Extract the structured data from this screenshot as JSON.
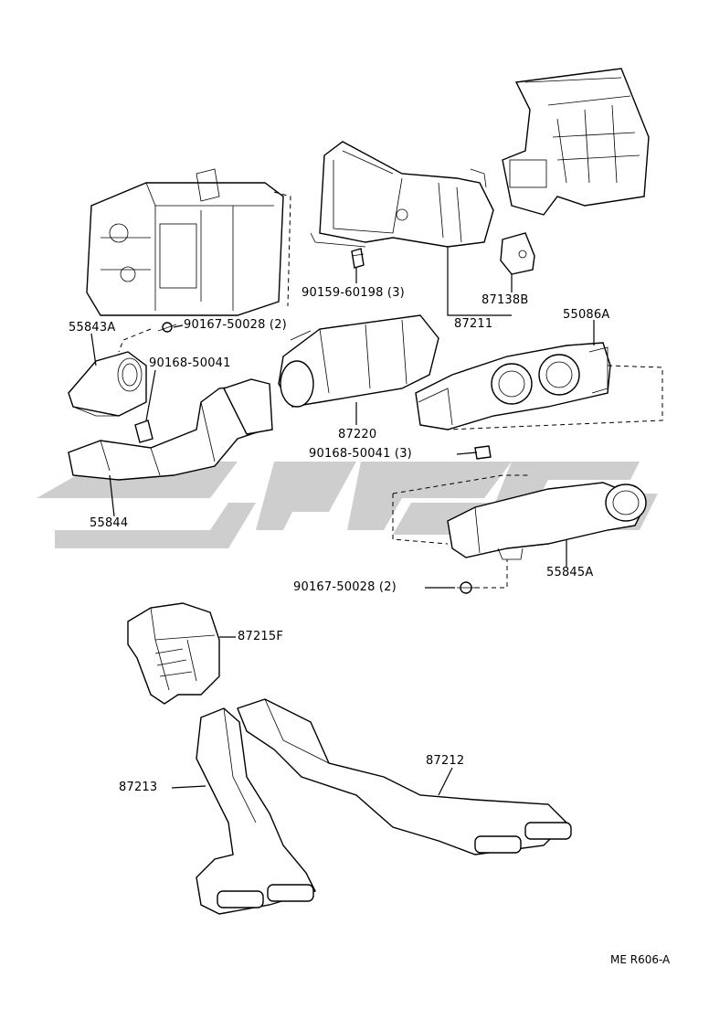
{
  "labels": {
    "p90159": "90159-60198 (3)",
    "p87138B": "87138B",
    "p87211": "87211",
    "p55843A": "55843A",
    "p90167a": "90167-50028 (2)",
    "p55086A": "55086A",
    "p90168a": "90168-50041",
    "p87220": "87220",
    "p90168b": "90168-50041 (3)",
    "p55844": "55844",
    "p55845A": "55845A",
    "p90167b": "90167-50028 (2)",
    "p87215F": "87215F",
    "p87212": "87212",
    "p87213": "87213"
  },
  "footer": {
    "code": "ME R606-A"
  }
}
